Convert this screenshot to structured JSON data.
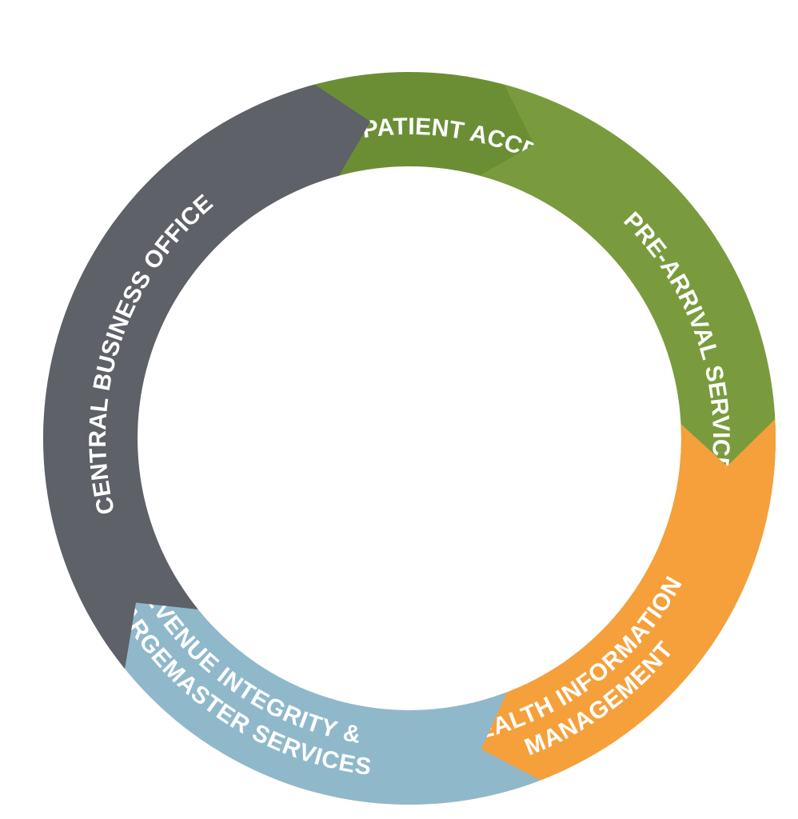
{
  "diagram": {
    "segments": [
      {
        "id": "facility-patient-access",
        "label_lines": [
          "FACILITY PATIENT ACCESS"
        ],
        "color": "#6B8E35"
      },
      {
        "id": "pre-arrival-services",
        "label_lines": [
          "PRE-ARRIVAL SERVICES"
        ],
        "color": "#7A9B3D"
      },
      {
        "id": "health-information-management",
        "label_lines": [
          "HEALTH INFORMATION",
          "MANAGEMENT"
        ],
        "color": "#F5A03B"
      },
      {
        "id": "revenue-integrity-chargemaster-services",
        "label_lines": [
          "REVENUE INTEGRITY &",
          "CHARGEMASTER SERVICES"
        ],
        "color": "#8FB8CB"
      },
      {
        "id": "central-business-office",
        "label_lines": [
          "CENTRAL BUSINESS OFFICE"
        ],
        "color": "#5E6167"
      }
    ]
  }
}
